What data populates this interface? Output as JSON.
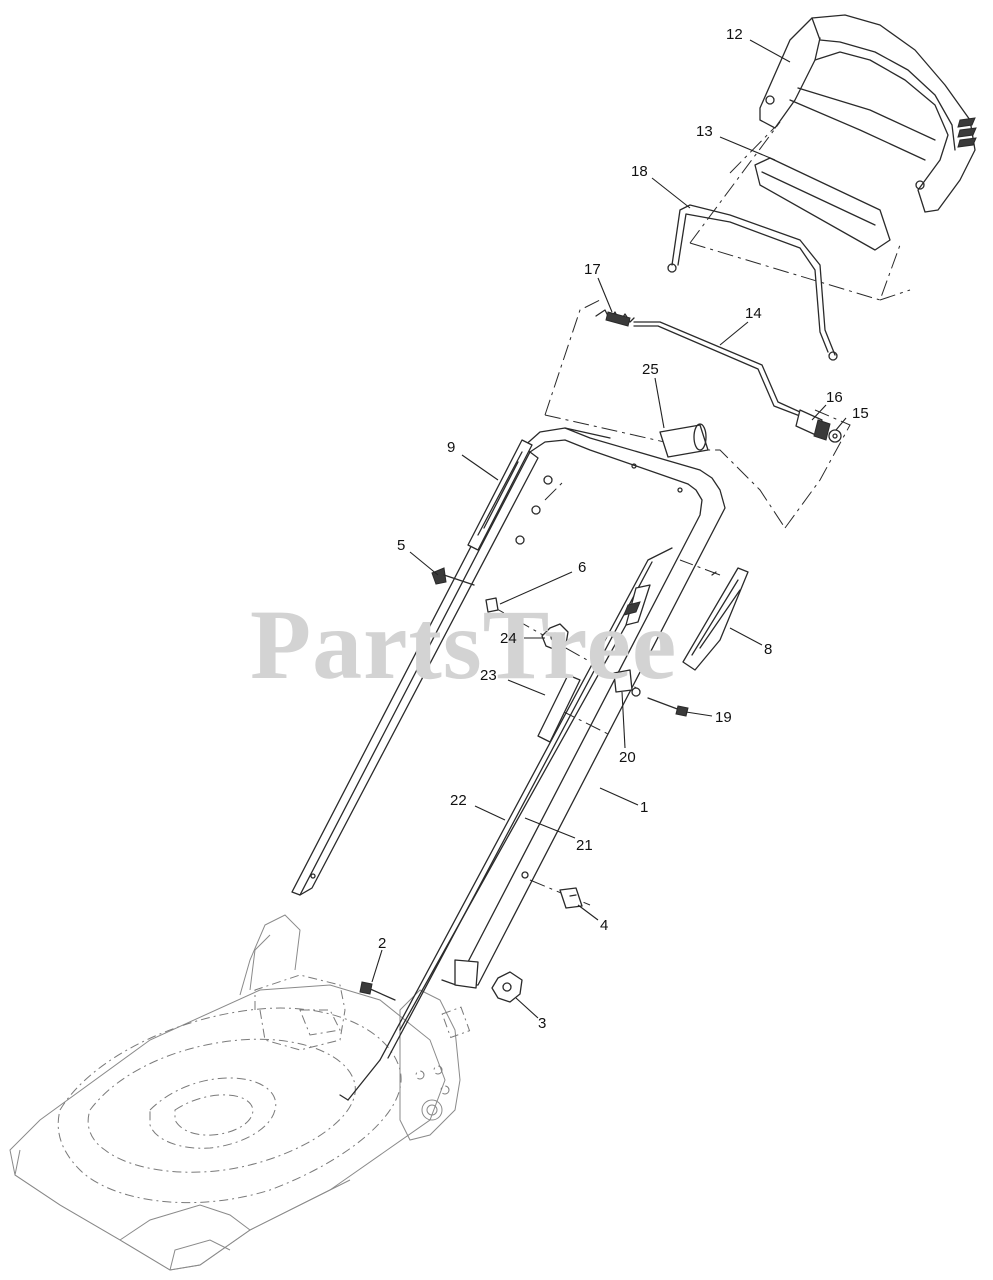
{
  "watermark": "PartsTree",
  "callouts": [
    {
      "id": "c1",
      "label": "1"
    },
    {
      "id": "c2",
      "label": "2"
    },
    {
      "id": "c3",
      "label": "3"
    },
    {
      "id": "c4",
      "label": "4"
    },
    {
      "id": "c5",
      "label": "5"
    },
    {
      "id": "c6",
      "label": "6"
    },
    {
      "id": "c8",
      "label": "8"
    },
    {
      "id": "c9",
      "label": "9"
    },
    {
      "id": "c12",
      "label": "12"
    },
    {
      "id": "c13",
      "label": "13"
    },
    {
      "id": "c14",
      "label": "14"
    },
    {
      "id": "c15",
      "label": "15"
    },
    {
      "id": "c16",
      "label": "16"
    },
    {
      "id": "c17",
      "label": "17"
    },
    {
      "id": "c18",
      "label": "18"
    },
    {
      "id": "c19",
      "label": "19"
    },
    {
      "id": "c20",
      "label": "20"
    },
    {
      "id": "c21",
      "label": "21"
    },
    {
      "id": "c22",
      "label": "22"
    },
    {
      "id": "c23",
      "label": "23"
    },
    {
      "id": "c24",
      "label": "24"
    },
    {
      "id": "c25",
      "label": "25"
    }
  ]
}
